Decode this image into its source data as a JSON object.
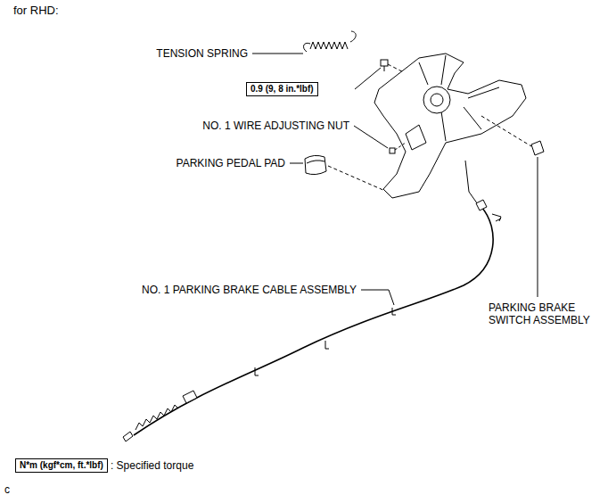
{
  "diagram": {
    "title": "for RHD:",
    "nodes": [
      {
        "text": [
          "0.9 (9, 8 in.*lbf)"
        ]
      },
      {
        "text": [
          "N*m (kgf*cm, ft.*lbf)"
        ]
      }
    ],
    "labels": [
      "TENSION SPRING",
      "NO. 1 WIRE ADJUSTING NUT",
      "PARKING PEDAL PAD",
      "NO. 1 PARKING BRAKE CABLE ASSEMBLY",
      "PARKING BRAKE SWITCH ASSEMBLY",
      ": Specified torque",
      "c"
    ]
  }
}
